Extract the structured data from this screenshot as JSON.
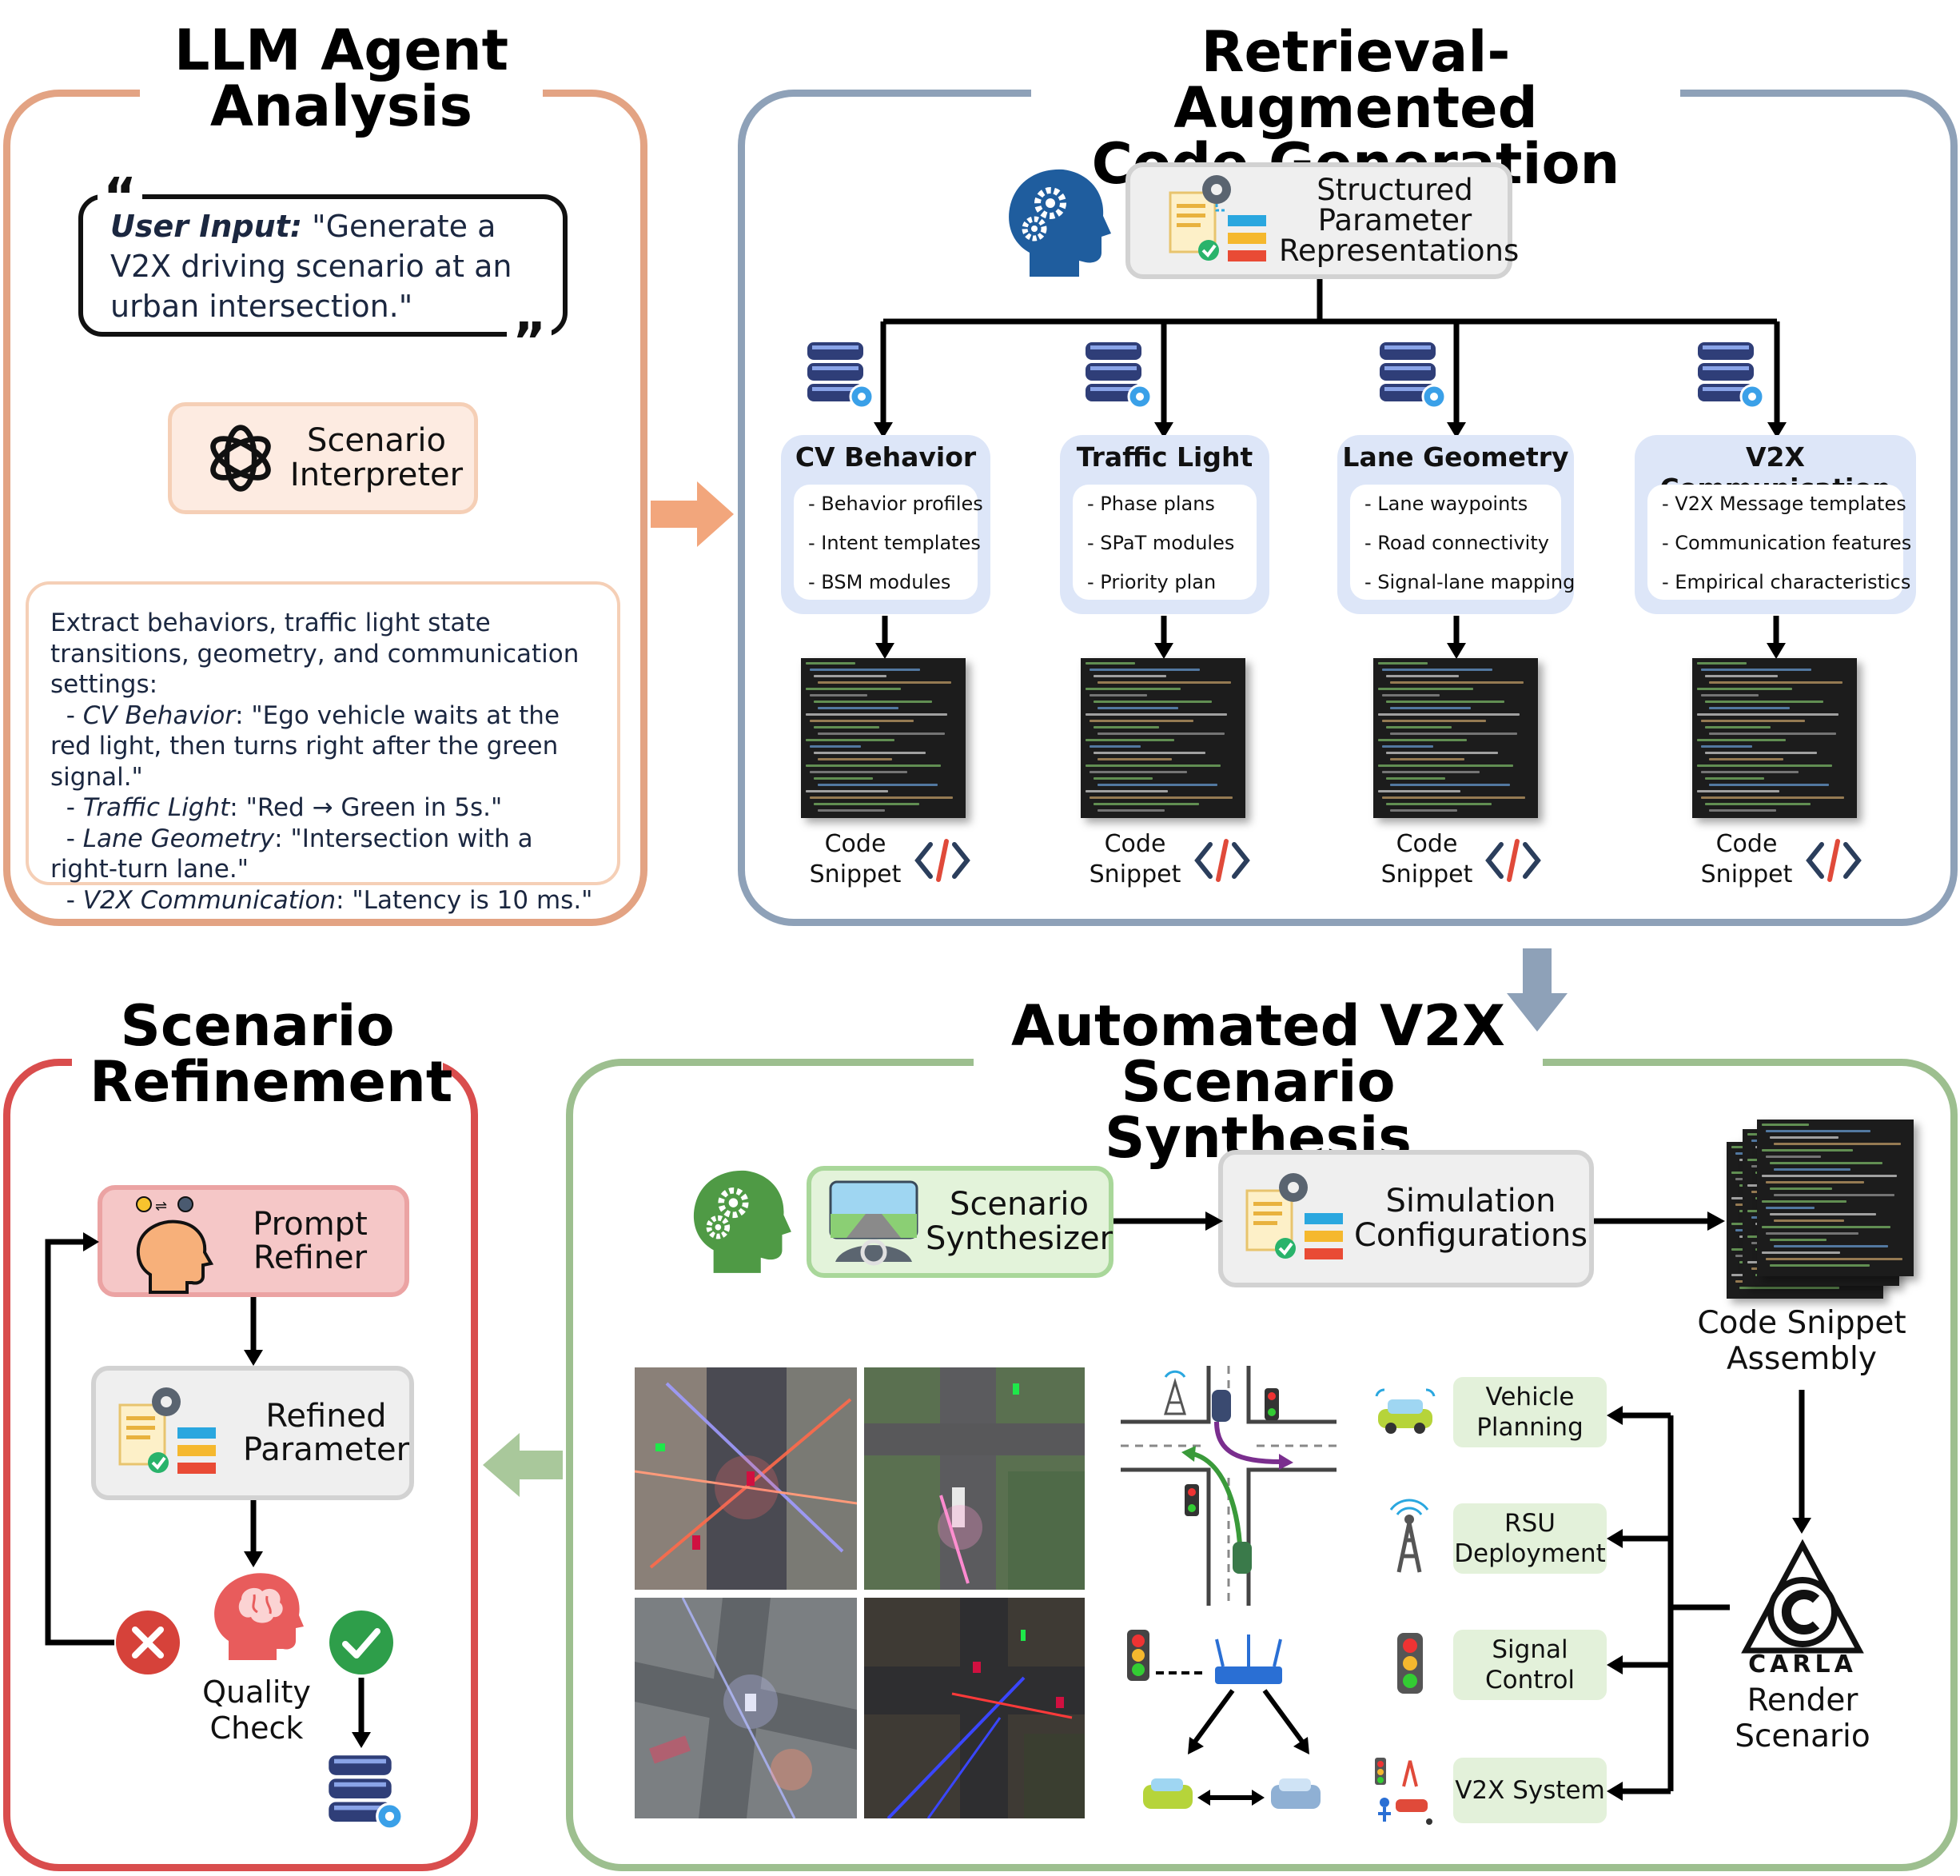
{
  "colors": {
    "llm_panel": "#e3a383",
    "rag_panel": "#8ea1b8",
    "synth_panel": "#9dbf8f",
    "refine_panel": "#d94d4d",
    "interpreter_fill": "#fdebe1",
    "category_fill": "#dde6f8",
    "synth_box_fill": "#e3f3da",
    "prompt_refiner_fill": "#f5c7c7",
    "gray_box_fill": "#efefef"
  },
  "llm_agent": {
    "title": "LLM Agent\nAnalysis",
    "user_input_label": "User Input:",
    "user_input_text": " \"Generate a V2X driving scenario at an urban intersection.\"",
    "interpreter_label": "Scenario\nInterpreter",
    "interpreter_icon": "openai-logo-icon",
    "extract_intro": "Extract behaviors, traffic light state transitions, geometry, and communication settings:",
    "extract_items": [
      {
        "label": "CV Behavior",
        "text": ": \"Ego vehicle waits at the red light, then turns right after the green signal.\""
      },
      {
        "label": "Traffic Light",
        "text": ": \"Red → Green in 5s.\""
      },
      {
        "label": "Lane Geometry",
        "text": ": \"Intersection with a right-turn lane.\""
      },
      {
        "label": "V2X Communication",
        "text": ": \"Latency is 10 ms.\""
      }
    ]
  },
  "rag": {
    "title": "Retrieval-Augmented\nCode Generation",
    "structured_label": "Structured\nParameter\nRepresentations",
    "categories": [
      {
        "title": "CV Behavior",
        "items": [
          "- Behavior profiles",
          "- Intent templates",
          "- BSM modules"
        ]
      },
      {
        "title": "Traffic Light",
        "items": [
          "- Phase plans",
          "- SPaT modules",
          "- Priority plan"
        ]
      },
      {
        "title": "Lane Geometry",
        "items": [
          "- Lane waypoints",
          "- Road connectivity",
          "- Signal-lane mapping"
        ]
      },
      {
        "title": "V2X Communication",
        "items": [
          "- V2X Message templates",
          "- Communication features",
          "- Empirical characteristics"
        ]
      }
    ],
    "snippet_label": "Code\nSnippet",
    "snippet_icon": "code-brackets-icon"
  },
  "synthesis": {
    "title": "Automated V2X\nScenario Synthesis",
    "synthesizer_label": "Scenario\nSynthesizer",
    "sim_config_label": "Simulation\nConfigurations",
    "assembly_label": "Code Snippet\nAssembly",
    "carla_logo_text": "CARLA",
    "render_label": "Render\nScenario",
    "components": [
      "Vehicle\nPlanning",
      "RSU\nDeployment",
      "Signal\nControl",
      "V2X System"
    ]
  },
  "refinement": {
    "title": "Scenario\nRefinement",
    "prompt_refiner_label": "Prompt\nRefiner",
    "refined_param_label": "Refined\nParameter",
    "quality_check_label": "Quality\nCheck"
  }
}
